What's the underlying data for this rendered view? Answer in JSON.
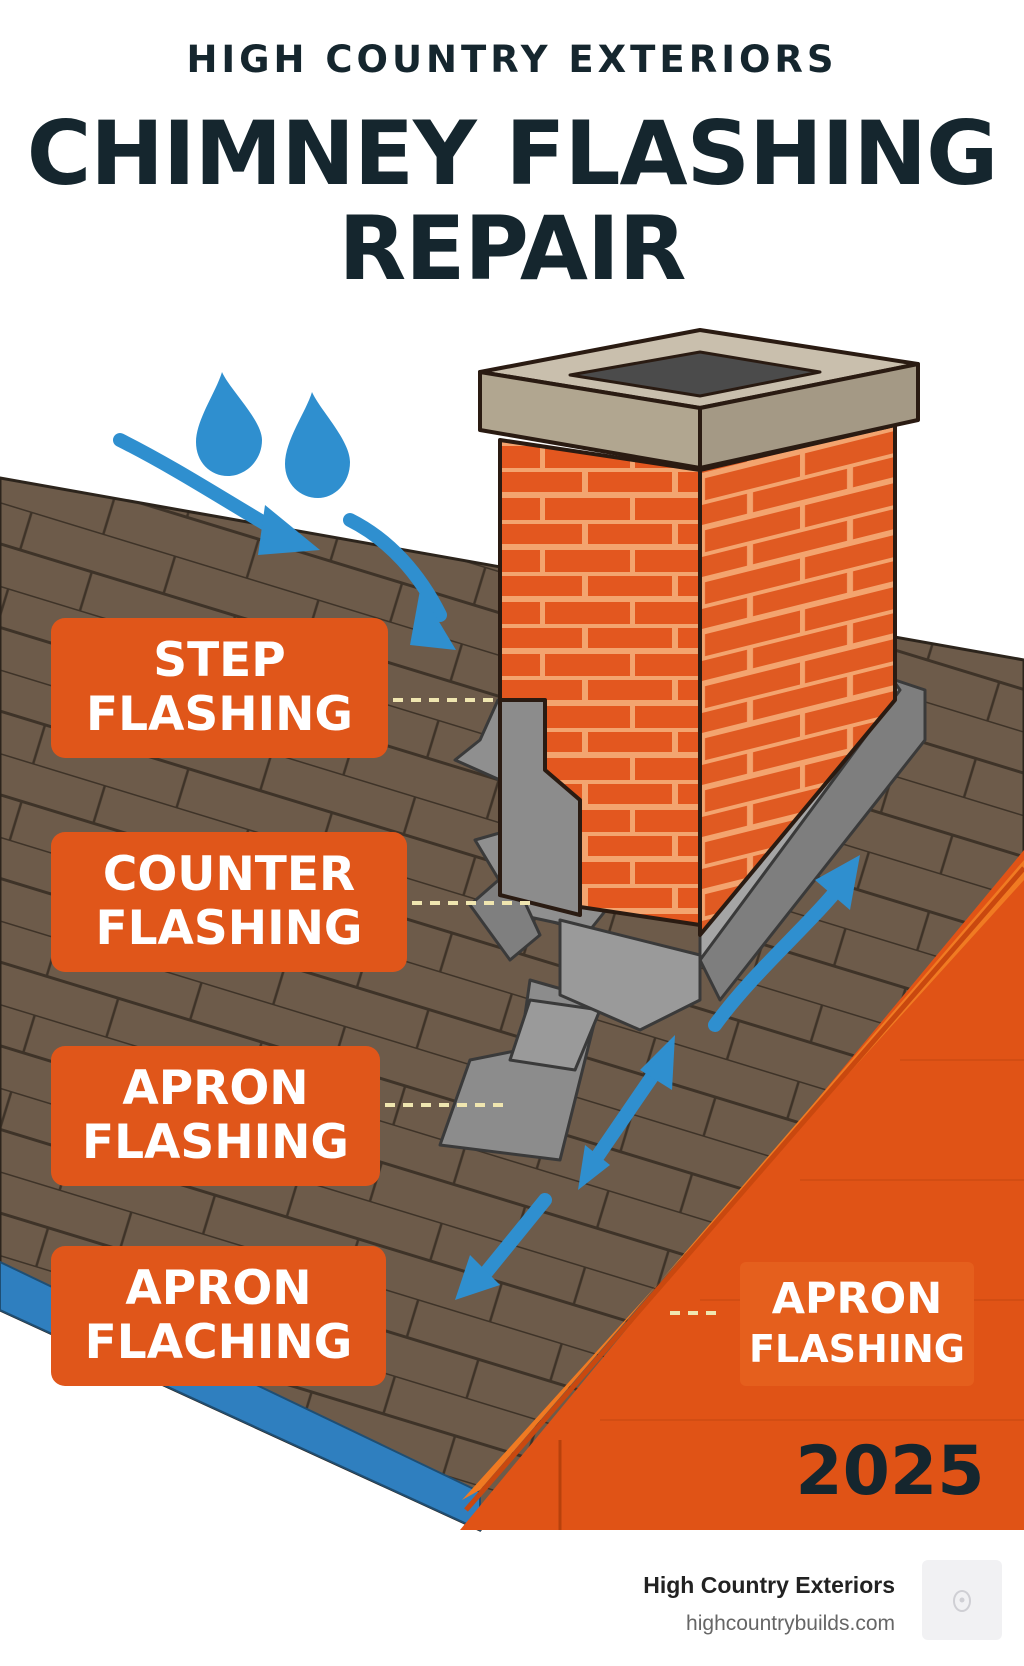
{
  "header": {
    "brand": "HIGH COUNTRY EXTERIORS",
    "title_line1": "CHIMNEY FLASHING",
    "title_line2": "REPAIR"
  },
  "labels": [
    {
      "line1": "STEP",
      "line2": "FLASHING"
    },
    {
      "line1": "COUNTER",
      "line2": "FLASHING"
    },
    {
      "line1": "APRON",
      "line2": "FLASHING"
    },
    {
      "line1": "APRON",
      "line2": "FLACHING"
    }
  ],
  "side_label": {
    "line1": "APRON",
    "line2": "FLASHING"
  },
  "year": "2025",
  "footer": {
    "name": "High Country Exteriors",
    "url": "highcountrybuilds.com"
  },
  "colors": {
    "navy_text": "#15262e",
    "label_orange": "#e0561a",
    "brick": "#e3571f",
    "mortar": "#f3a46f",
    "roof_shingle": "#6b5a49",
    "flashing_metal": "#8a8a8a",
    "water_blue": "#2f8fcf"
  },
  "icons": [
    "rain-drop-icon",
    "water-flow-arrow-icon",
    "logo-icon"
  ]
}
